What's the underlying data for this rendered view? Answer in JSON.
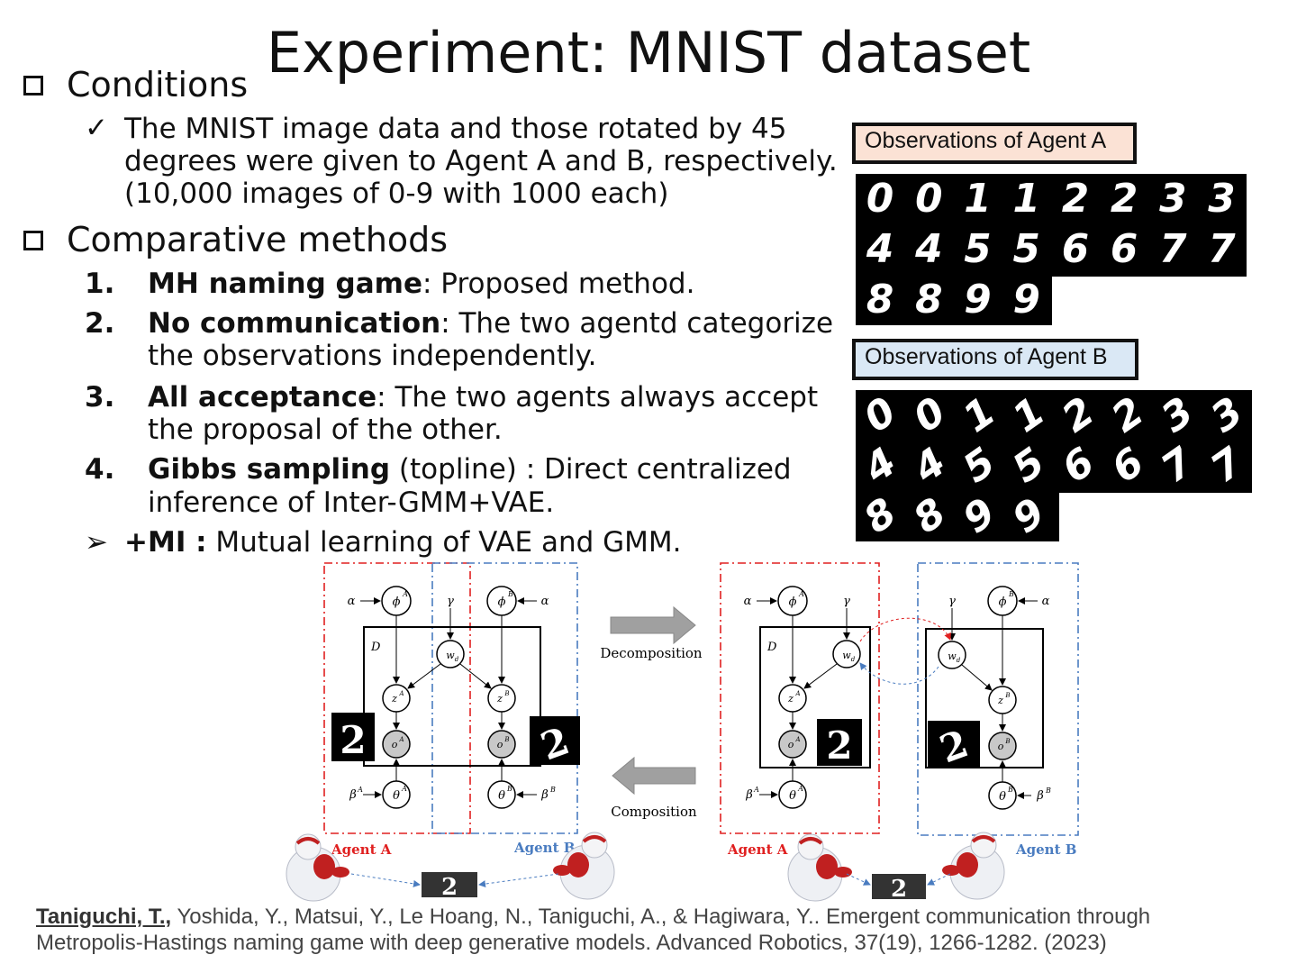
{
  "title": "Experiment: MNIST dataset",
  "conditions": {
    "heading": "Conditions",
    "check": "✓",
    "lines": [
      "The MNIST image data and those rotated by 45",
      "degrees were given to Agent A and B, respectively.",
      "(10,000 images of 0-9 with 1000 each)"
    ]
  },
  "methods": {
    "heading": "Comparative methods",
    "items": [
      {
        "num": "1.",
        "bold": "MH naming game",
        "rest": ": Proposed method.",
        "cont": ""
      },
      {
        "num": "2.",
        "bold": "No communication",
        "rest": ": The two agentd categorize",
        "cont": "the observations independently."
      },
      {
        "num": "3.",
        "bold": "All acceptance",
        "rest": ": The two agents always accept",
        "cont": "the proposal of the other."
      },
      {
        "num": "4.",
        "bold": "Gibbs sampling",
        "rest": " (topline) : Direct centralized",
        "cont": "inference of Inter-GMM+VAE."
      }
    ],
    "mi_marker": "➢",
    "mi_bold": "+MI :",
    "mi_rest": " Mutual learning of VAE and GMM."
  },
  "observations": {
    "agent_a_label": "Observations of Agent A",
    "agent_b_label": "Observations of Agent B",
    "agent_a_digits": [
      "0",
      "0",
      "1",
      "1",
      "2",
      "2",
      "3",
      "3",
      "4",
      "4",
      "5",
      "5",
      "6",
      "6",
      "7",
      "7",
      "8",
      "8",
      "9",
      "9"
    ],
    "agent_b_digits": [
      "0",
      "0",
      "1",
      "1",
      "2",
      "2",
      "3",
      "3",
      "4",
      "4",
      "5",
      "5",
      "6",
      "6",
      "7",
      "7",
      "8",
      "8",
      "9",
      "9"
    ]
  },
  "diagram": {
    "decomposition": "Decomposition",
    "composition": "Composition",
    "agent_a": "Agent A",
    "agent_b": "Agent B",
    "plate": "D",
    "sign_digit": "2",
    "colors": {
      "agent_a": "#e02020",
      "agent_b": "#4a7cc0",
      "arrow": "#a0a0a0"
    }
  },
  "reference": {
    "author": "Taniguchi, T.,",
    "line1": " Yoshida, Y., Matsui, Y., Le Hoang, N., Taniguchi, A., & Hagiwara, Y.. Emergent communication through",
    "line2": "Metropolis-Hastings naming game with deep generative models. Advanced Robotics, 37(19), 1266-1282. (2023)"
  }
}
